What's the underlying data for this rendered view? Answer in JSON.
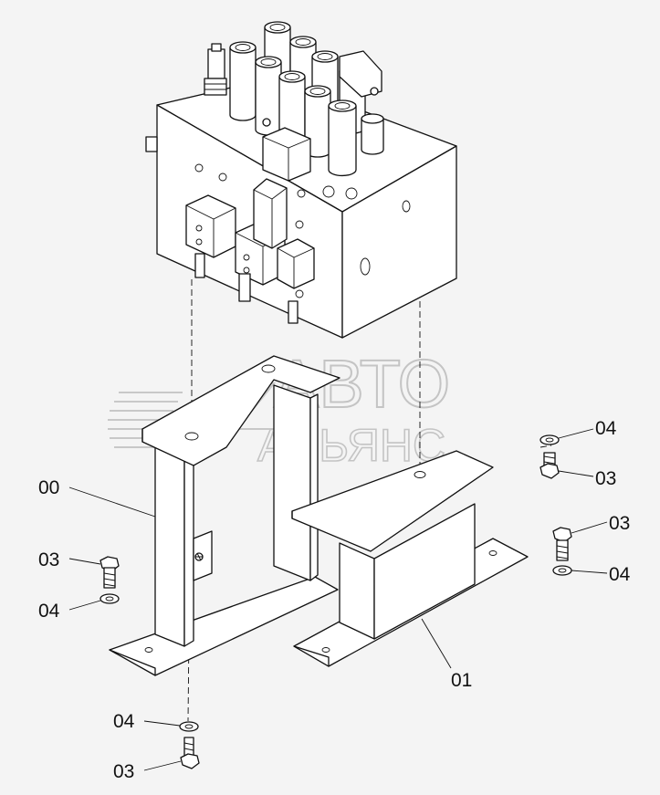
{
  "watermark": {
    "line1": "АВТО",
    "line2": "АЛЬЯНС"
  },
  "callouts": [
    {
      "id": "c00",
      "label": "00"
    },
    {
      "id": "c01",
      "label": "01"
    },
    {
      "id": "c03a",
      "label": "03"
    },
    {
      "id": "c03b",
      "label": "03"
    },
    {
      "id": "c03c",
      "label": "03"
    },
    {
      "id": "c03d",
      "label": "03"
    },
    {
      "id": "c04a",
      "label": "04"
    },
    {
      "id": "c04b",
      "label": "04"
    },
    {
      "id": "c04c",
      "label": "04"
    },
    {
      "id": "c04d",
      "label": "04"
    }
  ]
}
